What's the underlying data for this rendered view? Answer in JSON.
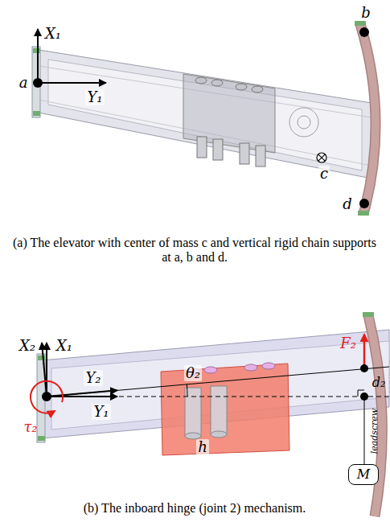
{
  "diagram": {
    "nodes": [
      {
        "text": [
          "M"
        ]
      }
    ],
    "labels": [
      "X₁",
      "Y₁",
      "a",
      "b",
      "c",
      "d",
      "(a) The elevator with center of mass c and vertical rigid chain supports at a, b and d.",
      "X₂",
      "X₁",
      "Y₂",
      "Y₁",
      "θ₂",
      "F₂",
      "d₂",
      "h",
      "leadscrew",
      "τ₂",
      "(b) The inboard hinge (joint 2) mechanism."
    ]
  }
}
